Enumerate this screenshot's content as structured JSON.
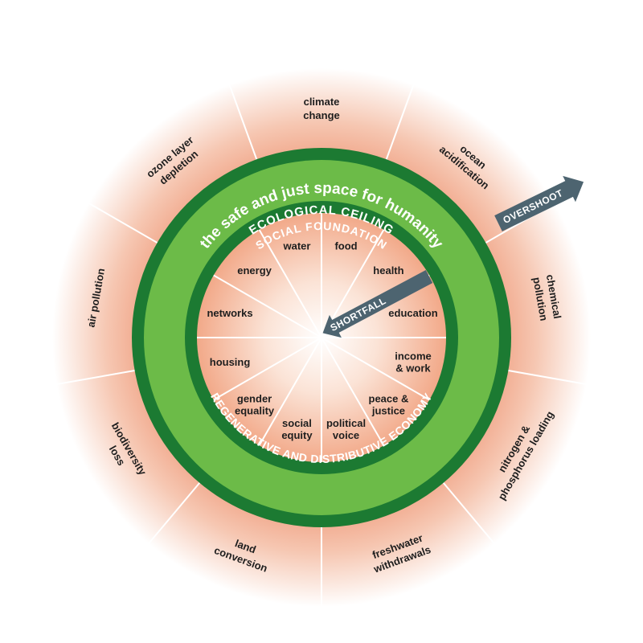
{
  "ecological_ceiling": {
    "label": "ECOLOGICAL CEILING",
    "dimensions": [
      {
        "id": "climate-change",
        "lines": [
          "climate",
          "change"
        ]
      },
      {
        "id": "ocean-acidification",
        "lines": [
          "ocean",
          "acidification"
        ]
      },
      {
        "id": "chemical-pollution",
        "lines": [
          "chemical",
          "pollution"
        ]
      },
      {
        "id": "nitrogen-phosphorus-loading",
        "lines": [
          "nitrogen &",
          "phosphorus loading"
        ]
      },
      {
        "id": "freshwater-withdrawals",
        "lines": [
          "freshwater",
          "withdrawals"
        ]
      },
      {
        "id": "land-conversion",
        "lines": [
          "land",
          "conversion"
        ]
      },
      {
        "id": "biodiversity-loss",
        "lines": [
          "biodiversity",
          "loss"
        ]
      },
      {
        "id": "air-pollution",
        "lines": [
          "air pollution"
        ]
      },
      {
        "id": "ozone-layer-depletion",
        "lines": [
          "ozone layer",
          "depletion"
        ]
      }
    ]
  },
  "safe_space": {
    "label": "the safe and just space for humanity"
  },
  "social_foundation": {
    "label": "SOCIAL FOUNDATION",
    "dimensions": [
      {
        "id": "food",
        "lines": [
          "food"
        ]
      },
      {
        "id": "health",
        "lines": [
          "health"
        ]
      },
      {
        "id": "education",
        "lines": [
          "education"
        ]
      },
      {
        "id": "income-work",
        "lines": [
          "income",
          "& work"
        ]
      },
      {
        "id": "peace-justice",
        "lines": [
          "peace &",
          "justice"
        ]
      },
      {
        "id": "political-voice",
        "lines": [
          "political",
          "voice"
        ]
      },
      {
        "id": "social-equity",
        "lines": [
          "social",
          "equity"
        ]
      },
      {
        "id": "gender-equality",
        "lines": [
          "gender",
          "equality"
        ]
      },
      {
        "id": "housing",
        "lines": [
          "housing"
        ]
      },
      {
        "id": "networks",
        "lines": [
          "networks"
        ]
      },
      {
        "id": "energy",
        "lines": [
          "energy"
        ]
      },
      {
        "id": "water",
        "lines": [
          "water"
        ]
      }
    ]
  },
  "economy": {
    "label": "REGENERATIVE AND DISTRIBUTIVE ECONOMY"
  },
  "arrows": {
    "overshoot": "OVERSHOOT",
    "shortfall": "SHORTFALL"
  },
  "colors": {
    "dark_green": "#1c7a32",
    "light_green": "#6cbb48",
    "salmon": "#ef9d7e",
    "white": "#ffffff",
    "arrow": "#4d6470",
    "text": "#1e1e1e"
  }
}
